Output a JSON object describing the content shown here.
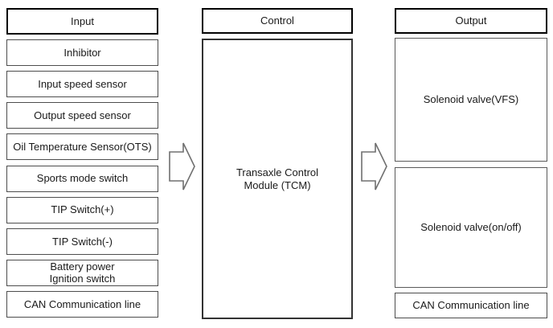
{
  "diagram_title": "TCM input/control/output block diagram",
  "colors": {
    "background": "#ffffff",
    "header_border": "#000000",
    "box_border": "#4d4d4d",
    "arrow_stroke": "#707070",
    "text": "#1a1a1a"
  },
  "input_column": {
    "header": "Input",
    "items": [
      "Inhibitor",
      "Input speed sensor",
      "Output speed sensor",
      "Oil Temperature Sensor(OTS)",
      "Sports mode switch",
      "TIP Switch(+)",
      "TIP Switch(-)",
      "Battery power\nIgnition switch",
      "CAN Communication line"
    ]
  },
  "control_column": {
    "header": "Control",
    "module_label": "Transaxle Control\nModule (TCM)"
  },
  "output_column": {
    "header": "Output",
    "items": [
      "Solenoid valve(VFS)",
      "Solenoid valve(on/off)",
      "CAN Communication line"
    ]
  },
  "arrows": {
    "input_to_control": "block-arrow-right",
    "control_to_output": "block-arrow-right"
  }
}
